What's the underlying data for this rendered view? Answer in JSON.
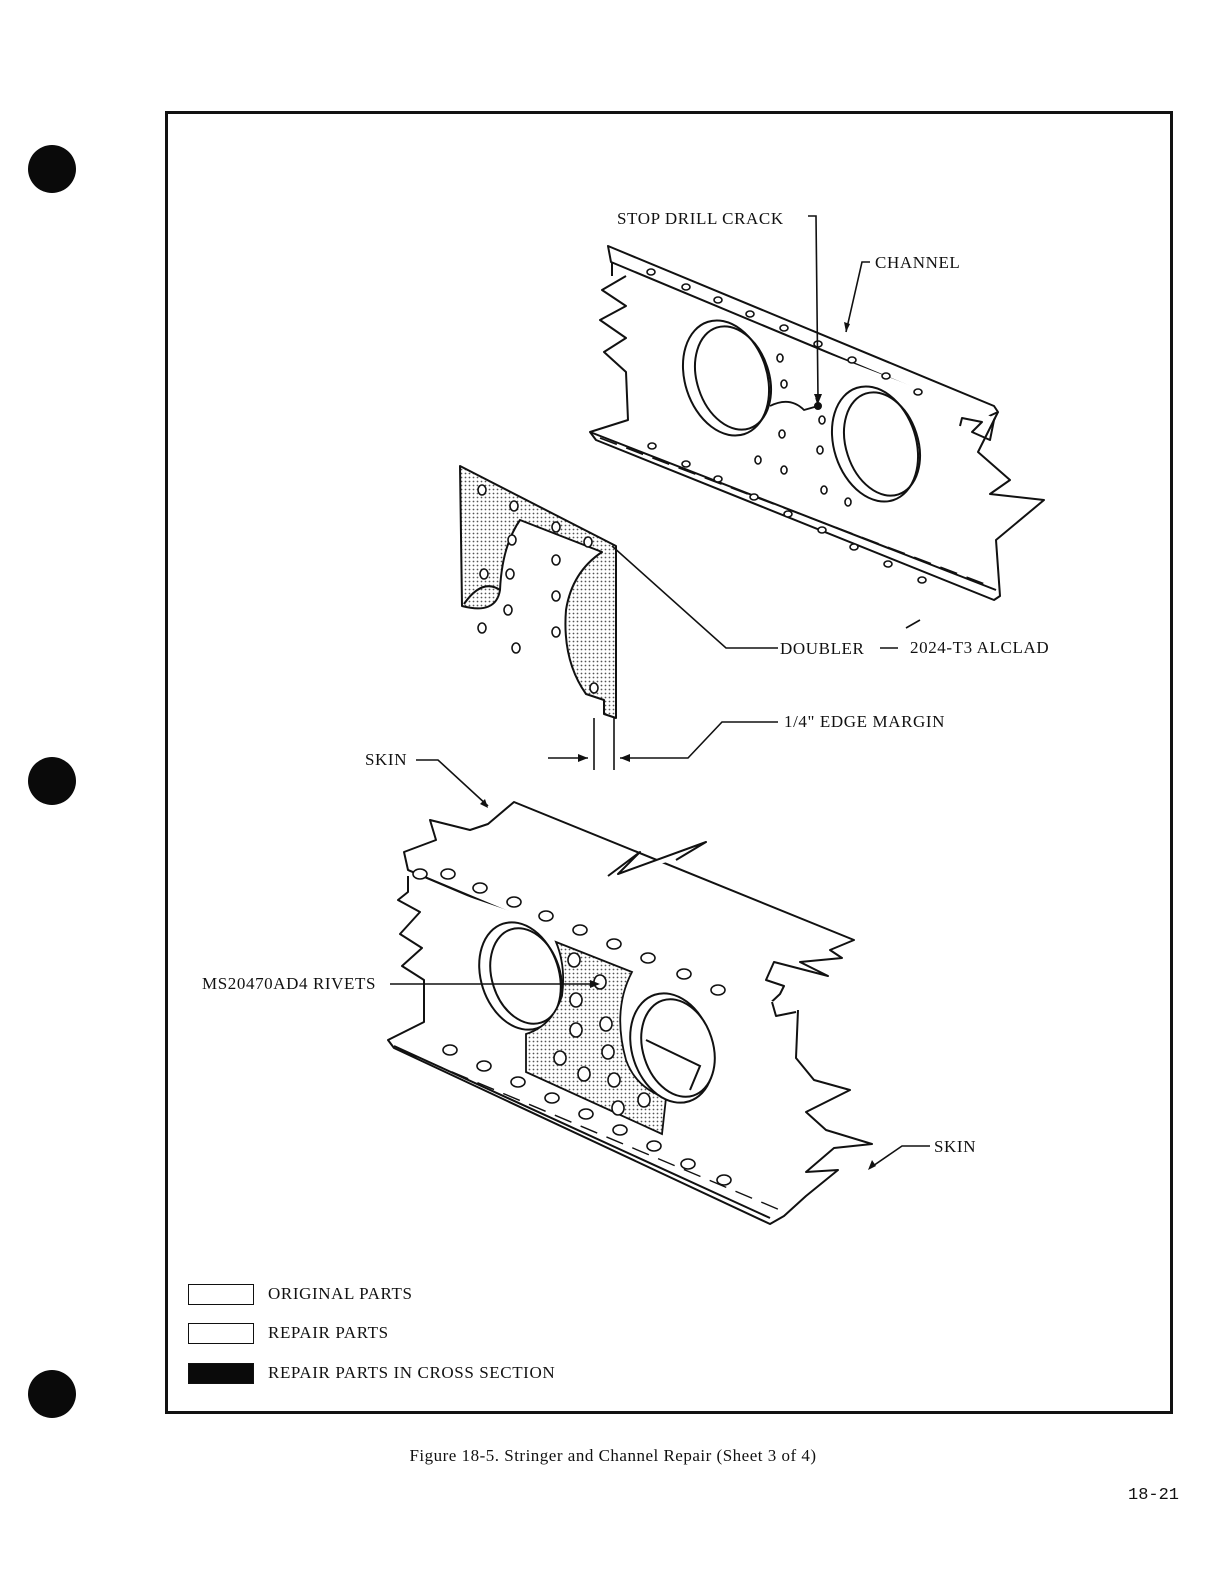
{
  "callouts": {
    "stop_drill_crack": "STOP DRILL CRACK",
    "channel": "CHANNEL",
    "doubler": "DOUBLER",
    "material": "2024-T3 ALCLAD",
    "edge_margin": "1/4\" EDGE MARGIN",
    "skin_upper": "SKIN",
    "rivets": "MS20470AD4 RIVETS",
    "skin_lower": "SKIN"
  },
  "legend": [
    {
      "label": "ORIGINAL PARTS",
      "fill": "#ffffff"
    },
    {
      "label": "REPAIR PARTS",
      "fill": "#ffffff"
    },
    {
      "label": "REPAIR PARTS IN CROSS SECTION",
      "fill": "#0a0a0a"
    }
  ],
  "caption": "Figure 18-5.  Stringer and Channel Repair (Sheet 3 of 4)",
  "page_number": "18-21"
}
